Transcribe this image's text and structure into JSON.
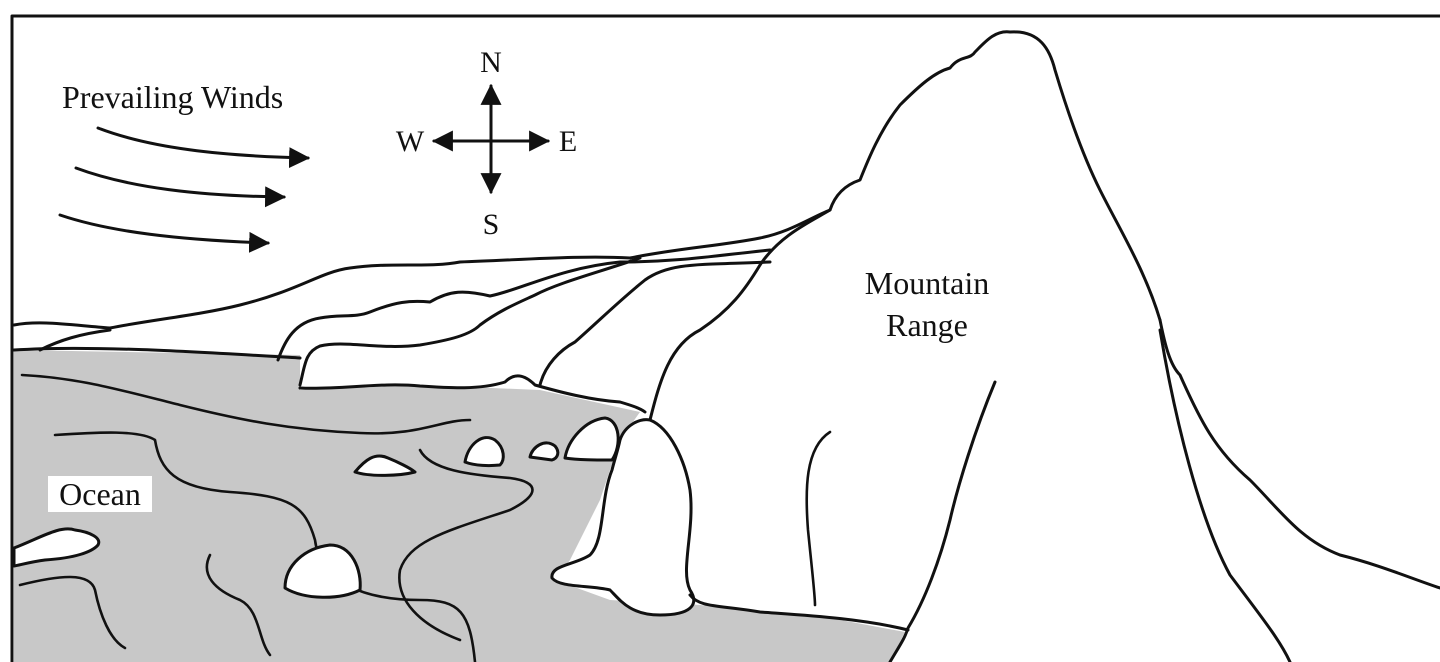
{
  "labels": {
    "prevailing_winds": "Prevailing Winds",
    "mountain_range_line1": "Mountain",
    "mountain_range_line2": "Range",
    "ocean": "Ocean"
  },
  "compass": {
    "north": "N",
    "south": "S",
    "east": "E",
    "west": "W"
  },
  "colors": {
    "ocean_fill": "#c8c8c8",
    "line": "#111111",
    "land": "#ffffff"
  }
}
